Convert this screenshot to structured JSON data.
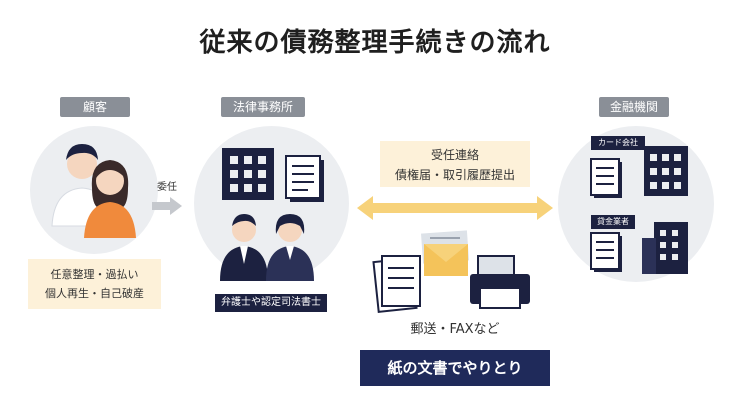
{
  "title": "従来の債務整理手続きの流れ",
  "sections": {
    "client": {
      "tag": "顧客",
      "notes": [
        "任意整理・過払い",
        "個人再生・自己破産"
      ]
    },
    "law_office": {
      "tag": "法律事務所",
      "staff_badge": "弁護士や認定司法書士"
    },
    "financial": {
      "tag": "金融機関",
      "card_label": "カード会社",
      "lender_label": "貸金業者"
    }
  },
  "flow": {
    "delegate_label": "委任",
    "exchange_lines": [
      "受任連絡",
      "債権届・取引履歴提出"
    ],
    "method_caption": "郵送・FAXなど",
    "banner": "紙の文書でやりとり"
  },
  "colors": {
    "navy": "#1c2140",
    "circle": "#eceef1",
    "note": "#fdf1d9",
    "arrow": "#f7d27a",
    "tag": "#8a8f97",
    "accent_orange": "#f08a3c"
  }
}
